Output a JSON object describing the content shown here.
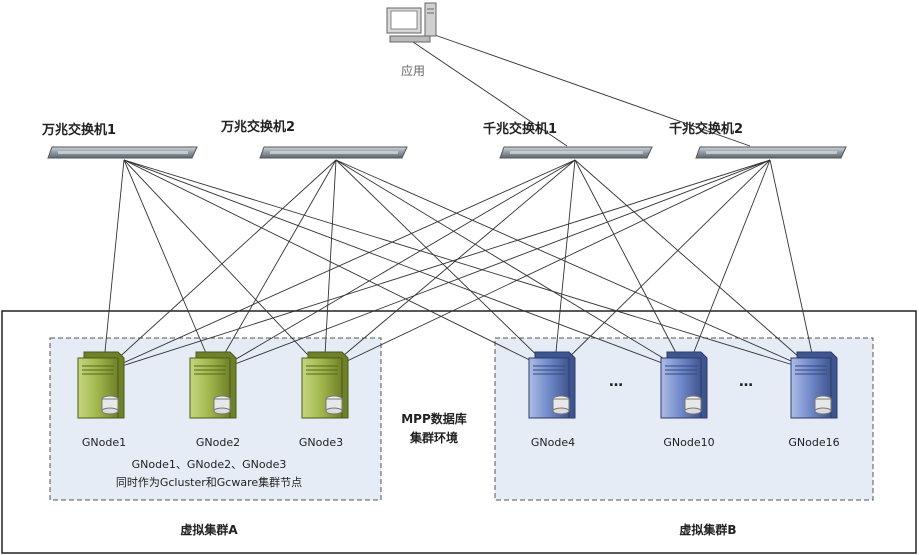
{
  "app": {
    "label": "应用"
  },
  "switches": [
    {
      "id": "sw1",
      "label": "万兆交换机1"
    },
    {
      "id": "sw2",
      "label": "万兆交换机2"
    },
    {
      "id": "sw3",
      "label": "千兆交换机1"
    },
    {
      "id": "sw4",
      "label": "千兆交换机2"
    }
  ],
  "cluster_a": {
    "title": "虚拟集群A",
    "nodes": [
      "GNode1",
      "GNode2",
      "GNode3"
    ],
    "note_line1": "GNode1、GNode2、GNode3",
    "note_line2": "同时作为Gcluster和Gcware集群节点"
  },
  "cluster_b": {
    "title": "虚拟集群B",
    "nodes": [
      "GNode4",
      "GNode10",
      "GNode16"
    ],
    "ellipsis": "…"
  },
  "environment": {
    "line1": "MPP数据库",
    "line2": "集群环境"
  },
  "colors": {
    "cluster_a_server": "#9fb54a",
    "cluster_b_server": "#6f88c9",
    "cluster_fill": "#e6ecf5",
    "switch_body": "#8f9aa4"
  }
}
